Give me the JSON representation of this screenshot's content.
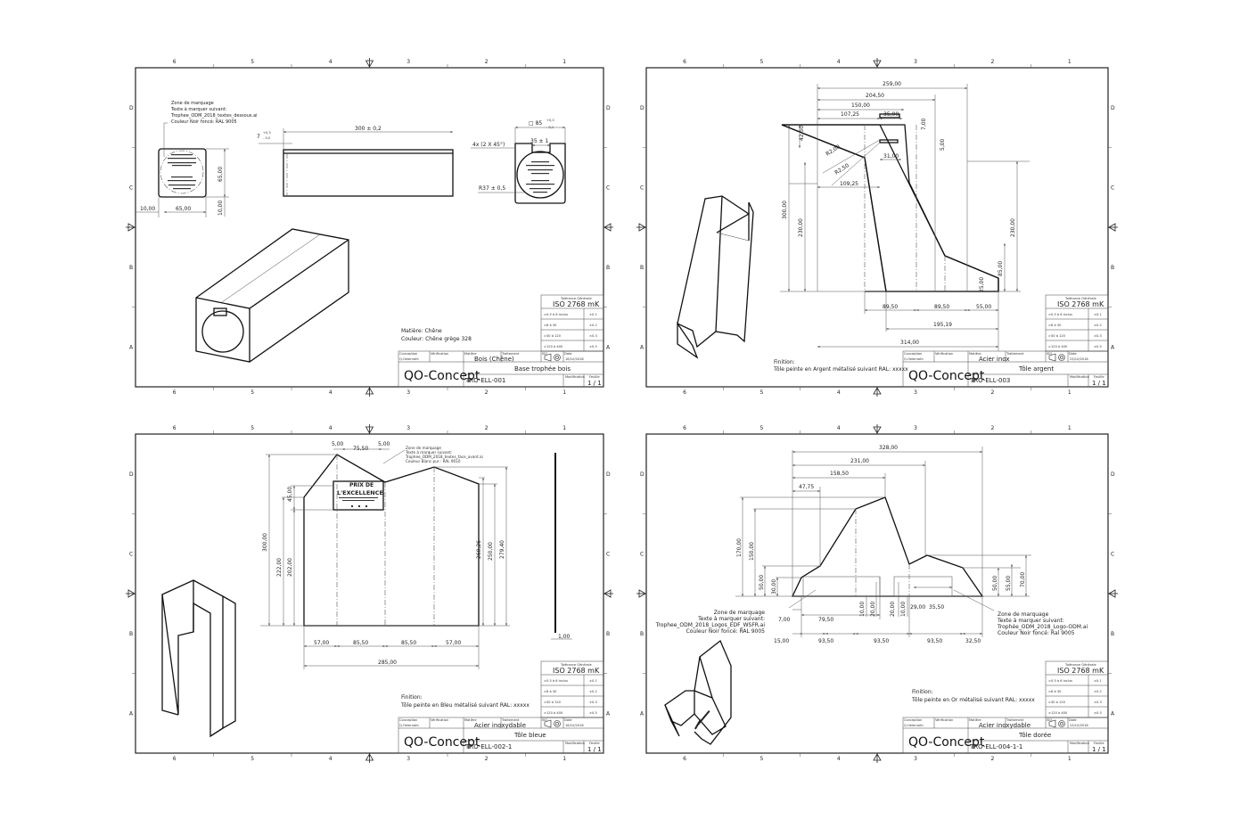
{
  "grid": {
    "cols": [
      "6",
      "5",
      "4",
      "3",
      "2",
      "1"
    ],
    "rows": [
      "D",
      "C",
      "B",
      "A"
    ]
  },
  "title_block": {
    "tolerance_title": "Tolérance Générale",
    "tolerance_std": "ISO 2768 mK",
    "tolerance_rows": [
      {
        "range": ">0.5 à 6 inclus",
        "tol": "±0.1"
      },
      {
        "range": ">6 à 30",
        "tol": "±0.2"
      },
      {
        "range": ">30 à 120",
        "tol": "±0.3"
      },
      {
        "range": ">120 à 400",
        "tol": "±0.5"
      }
    ],
    "labels": {
      "conception": "Conception",
      "verification": "Vérification",
      "matiere": "Matière",
      "traitement": "Traitement",
      "iso": "ISO",
      "date": "Date",
      "modification": "Modification",
      "feuille": "Feuille"
    },
    "logo": "QO-Concept",
    "author": "Q.Oelernoth",
    "sheet": "1 / 1"
  },
  "sheets": [
    {
      "material": "Bois (Chêne)",
      "title": "Base trophée bois",
      "ref": "TRO-ELL-001",
      "date": "18/10/2018",
      "notes": [
        "Matière: Chêne",
        "Couleur: Chêne grège 328"
      ],
      "zone_note": [
        "Zone de marquage",
        "Texte à marquer suivant:",
        "Trophee_ODM_2018_textes_dessous.ai",
        "Couleur Noir foncé: RAL 9005"
      ],
      "dims": {
        "d65v": "65,00",
        "d10v": "10,00",
        "d10h": "10,00",
        "d65h": "65,00",
        "d300": "300 ± 0,2",
        "d7": "7",
        "d7tol_up": "+0,5",
        "d7tol_dn": "- 0,0",
        "d85": "□ 85",
        "d85tol_up": "+0,0",
        "d85tol_dn": "- 0,1",
        "d35": "35 ± 1",
        "chamfer": "4x (2 X 45°)",
        "radius": "R37 ± 0,5"
      }
    },
    {
      "material": "Acier inox",
      "title": "Tôle argent",
      "ref": "TRO-ELL-003",
      "date": "23/10/2018",
      "notes": [
        "Finition:",
        "Tôle peinte en Argent métalisé suivant RAL: xxxxx"
      ],
      "dims": {
        "d259": "259,00",
        "d204": "204,50",
        "d150": "150,00",
        "d107": "107,25",
        "d35": "35,00",
        "d7": "7,00",
        "d5": "5,00",
        "d42": "42,50",
        "r82a": "R2,00",
        "r82b": "R2,50",
        "d31": "31,00",
        "d109": "109,25",
        "d300": "300,00",
        "d230l": "230,00",
        "d230r": "230,00",
        "d85": "85,00",
        "d25": "25,00",
        "d89a": "89,50",
        "d89b": "89,50",
        "d55": "55,00",
        "d195": "195,19",
        "d314": "314,00"
      }
    },
    {
      "material": "Acier inoxydable",
      "title": "Tôle bleue",
      "ref": "TRO-ELL-002-1",
      "date": "18/10/2018",
      "notes": [
        "Finition:",
        "Tôle peinte en Bleu métalisé suivant RAL: xxxxx"
      ],
      "zone_note": [
        "Zone de marquage",
        "Texte à marquer suivant:",
        "Trophee_ODM_2018_textes_face_avant.ai",
        "Couleur Blanc pur : RAL 9010"
      ],
      "plate_text": [
        "PRIX DE",
        "L'EXCELLENCE"
      ],
      "dims": {
        "d5a": "5,00",
        "d75": "75,50",
        "d5b": "5,00",
        "d45": "45,00",
        "d300": "300,00",
        "d222": "222,00",
        "d202": "202,00",
        "d260": "260,26",
        "d250": "250,00",
        "d279": "279,40",
        "d57a": "57,00",
        "d85a": "85,50",
        "d85b": "85,50",
        "d57b": "57,00",
        "d285": "285,00",
        "d1": "1,00"
      }
    },
    {
      "material": "Acier inoxydable",
      "title": "Tôle dorée",
      "ref": "TRO-ELL-004-1-1",
      "date": "23/10/2018",
      "notes": [
        "Finition:",
        "Tôle peinte en Or métalisé suivant RAL: xxxxx"
      ],
      "zone_note_left": [
        "Zone de marquage",
        "Texte à marquer suivant:",
        "Trophee_ODM_2018_Logos_EDF_WSFR.ai",
        "Couleur Noir foncé: RAL 9005"
      ],
      "zone_note_right": [
        "Zone de marquage",
        "Texte à marquer suivant:",
        "Trophée_ODM_2018_Logo-ODM.ai",
        "Couleur Noir foncé: Ral 9005"
      ],
      "dims": {
        "d328": "328,00",
        "d231": "231,00",
        "d158": "158,50",
        "d47": "47,75",
        "d170": "170,00",
        "d150": "150,00",
        "d50l": "50,00",
        "d30": "30,00",
        "d50r": "50,00",
        "d55": "55,00",
        "d70": "70,00",
        "d7": "7,00",
        "d79": "79,50",
        "d10a": "10,00",
        "d20a": "20,00",
        "d20b": "20,00",
        "d10b": "10,00",
        "d29": "29,00",
        "d35": "35,50",
        "d15": "15,00",
        "d93a": "93,50",
        "d93b": "93,50",
        "d93c": "93,50",
        "d32": "32,50"
      }
    }
  ]
}
